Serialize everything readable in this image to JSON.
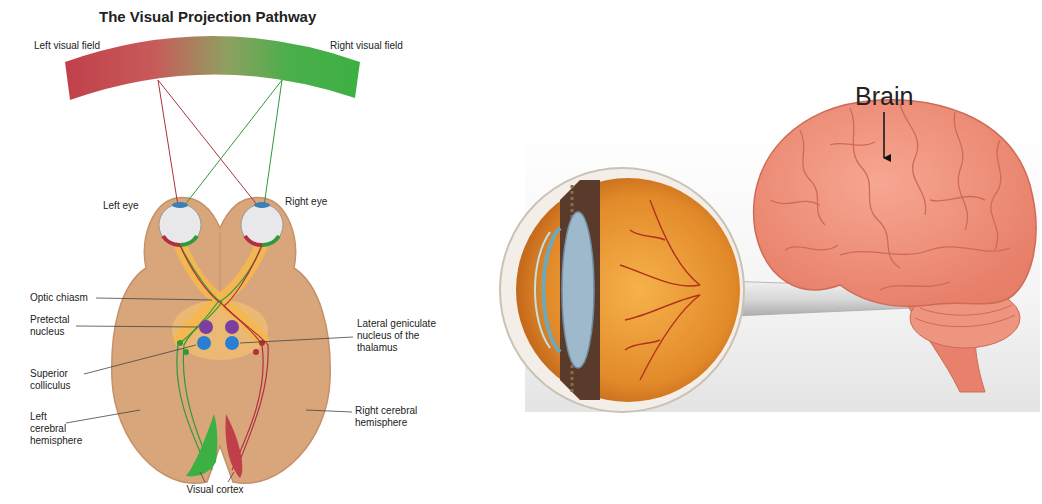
{
  "diagram": {
    "title": "The Visual Projection Pathway",
    "labels": [
      "Left visual field",
      "Right visual field",
      "Left eye",
      "Right eye",
      "Optic chiasm",
      "Pretectal nucleus",
      "Lateral geniculate nucleus of the thalamus",
      "Superior colliculus",
      "Left cerebral hemisphere",
      "Right cerebral hemisphere",
      "Visual cortex",
      "Brain"
    ]
  }
}
